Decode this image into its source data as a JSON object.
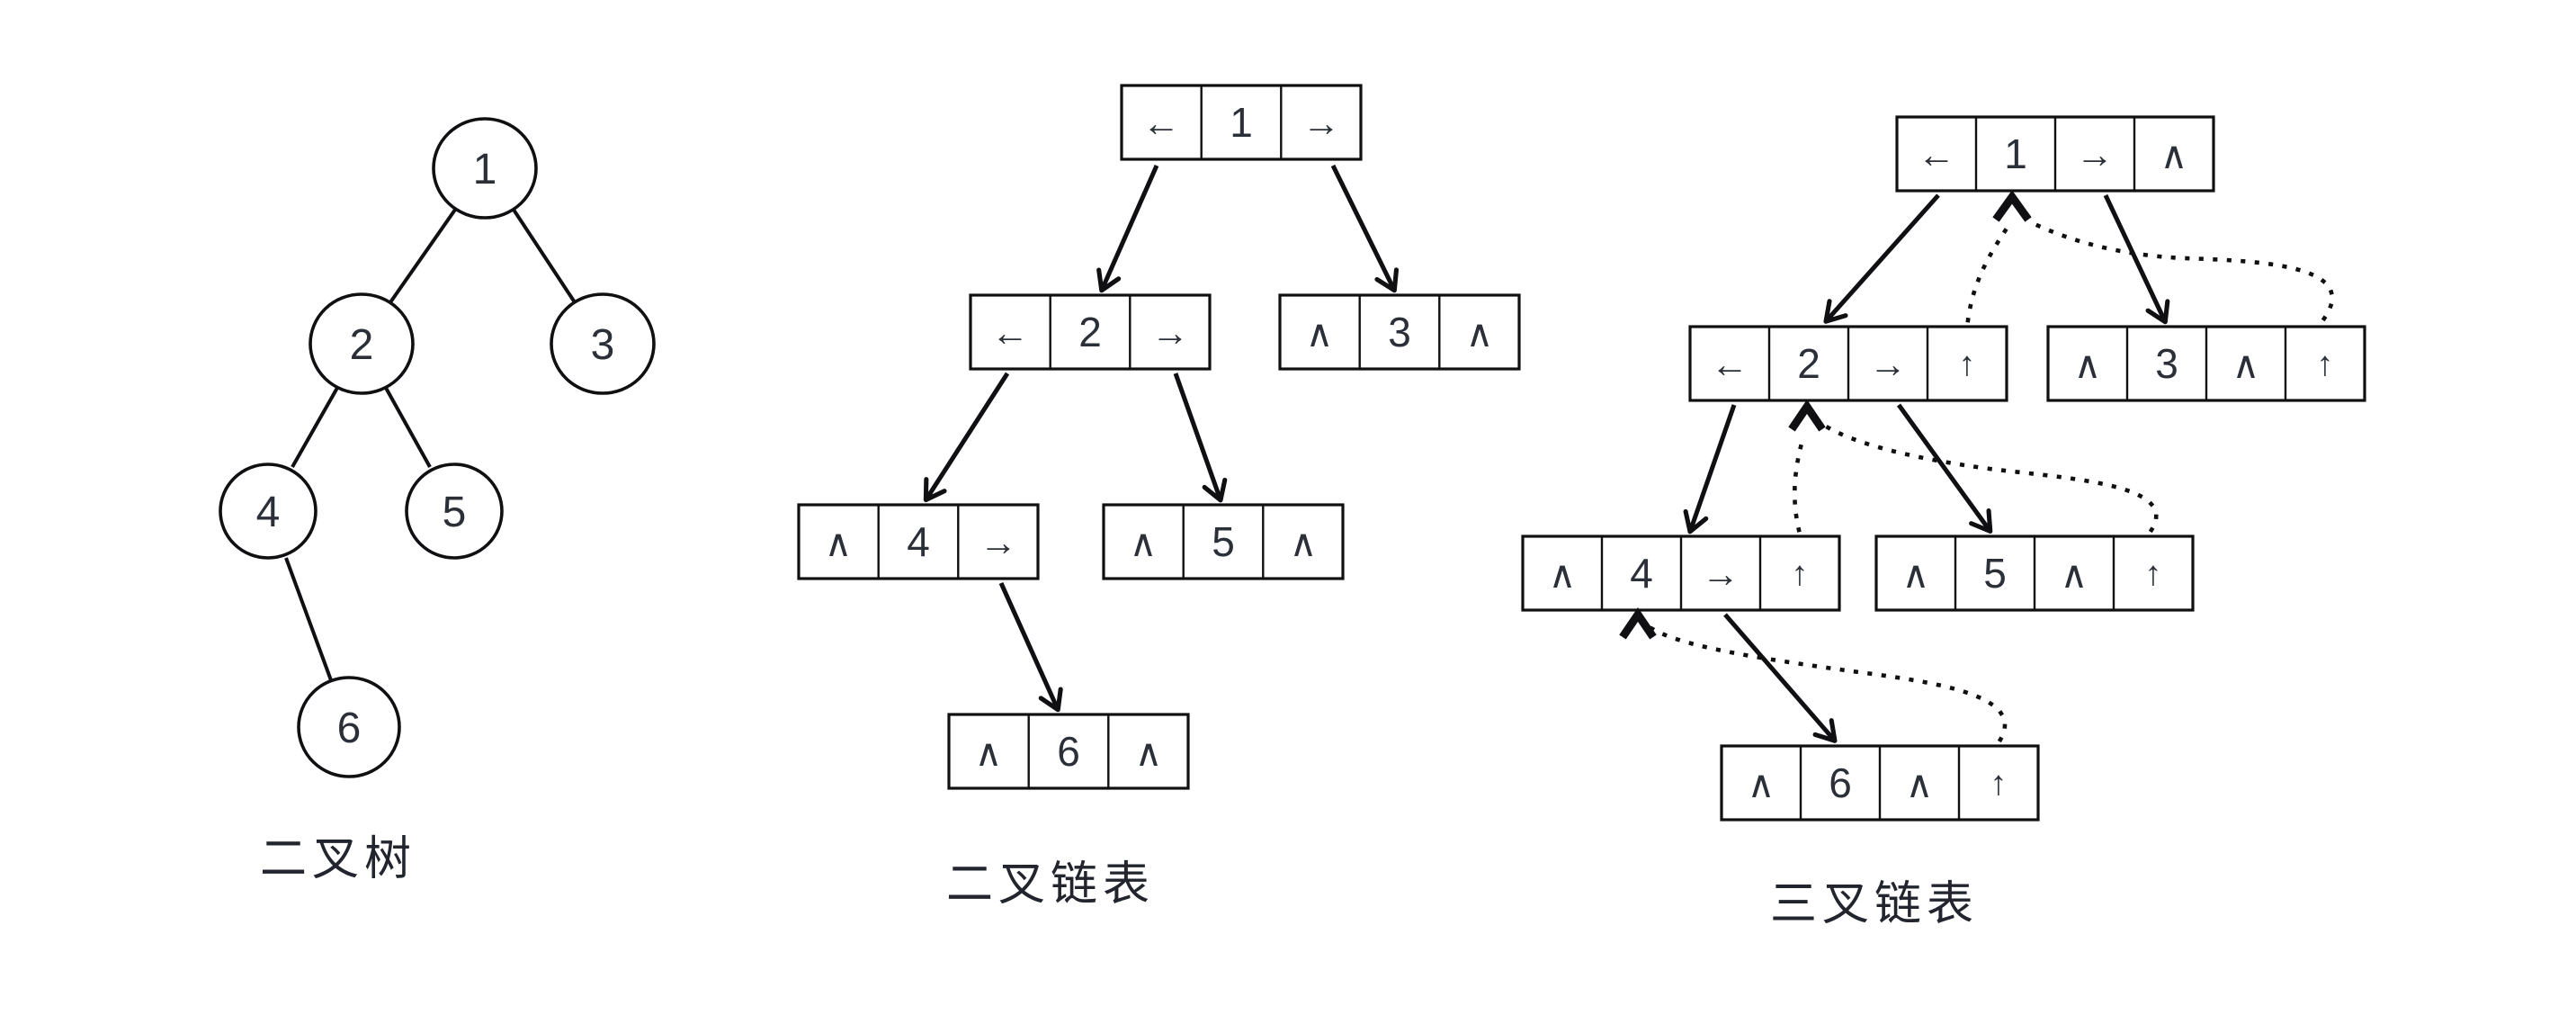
{
  "colors": {
    "ink": "#101013",
    "text": "#2b2f38",
    "background": "#ffffff"
  },
  "glyph_legend": {
    "left_child_pointer": "←",
    "right_child_pointer": "→",
    "null_pointer": "∧",
    "parent_pointer": "↑"
  },
  "left": {
    "caption": "二叉树",
    "nodes": [
      {
        "label": "1"
      },
      {
        "label": "2"
      },
      {
        "label": "3"
      },
      {
        "label": "4"
      },
      {
        "label": "5"
      },
      {
        "label": "6"
      }
    ],
    "edges": [
      "1-2",
      "1-3",
      "2-4",
      "2-5",
      "4-6"
    ]
  },
  "middle": {
    "caption": "二叉链表",
    "nodes": [
      {
        "value": "1",
        "cells": [
          "←",
          "1",
          "→"
        ]
      },
      {
        "value": "2",
        "cells": [
          "←",
          "2",
          "→"
        ]
      },
      {
        "value": "3",
        "cells": [
          "∧",
          "3",
          "∧"
        ]
      },
      {
        "value": "4",
        "cells": [
          "∧",
          "4",
          "→"
        ]
      },
      {
        "value": "5",
        "cells": [
          "∧",
          "5",
          "∧"
        ]
      },
      {
        "value": "6",
        "cells": [
          "∧",
          "6",
          "∧"
        ]
      }
    ],
    "child_arrows": [
      "1→2",
      "1→3",
      "2→4",
      "2→5",
      "4→6"
    ]
  },
  "right": {
    "caption": "三叉链表",
    "nodes": [
      {
        "value": "1",
        "cells": [
          "←",
          "1",
          "→",
          "∧"
        ]
      },
      {
        "value": "2",
        "cells": [
          "←",
          "2",
          "→",
          "↑"
        ]
      },
      {
        "value": "3",
        "cells": [
          "∧",
          "3",
          "∧",
          "↑"
        ]
      },
      {
        "value": "4",
        "cells": [
          "∧",
          "4",
          "→",
          "↑"
        ]
      },
      {
        "value": "5",
        "cells": [
          "∧",
          "5",
          "∧",
          "↑"
        ]
      },
      {
        "value": "6",
        "cells": [
          "∧",
          "6",
          "∧",
          "↑"
        ]
      }
    ],
    "child_arrows": [
      "1→2",
      "1→3",
      "2→4",
      "2→5",
      "4→6"
    ],
    "parent_arrows": [
      "2↑1",
      "3↑1",
      "4↑2",
      "5↑2",
      "6↑4"
    ]
  }
}
